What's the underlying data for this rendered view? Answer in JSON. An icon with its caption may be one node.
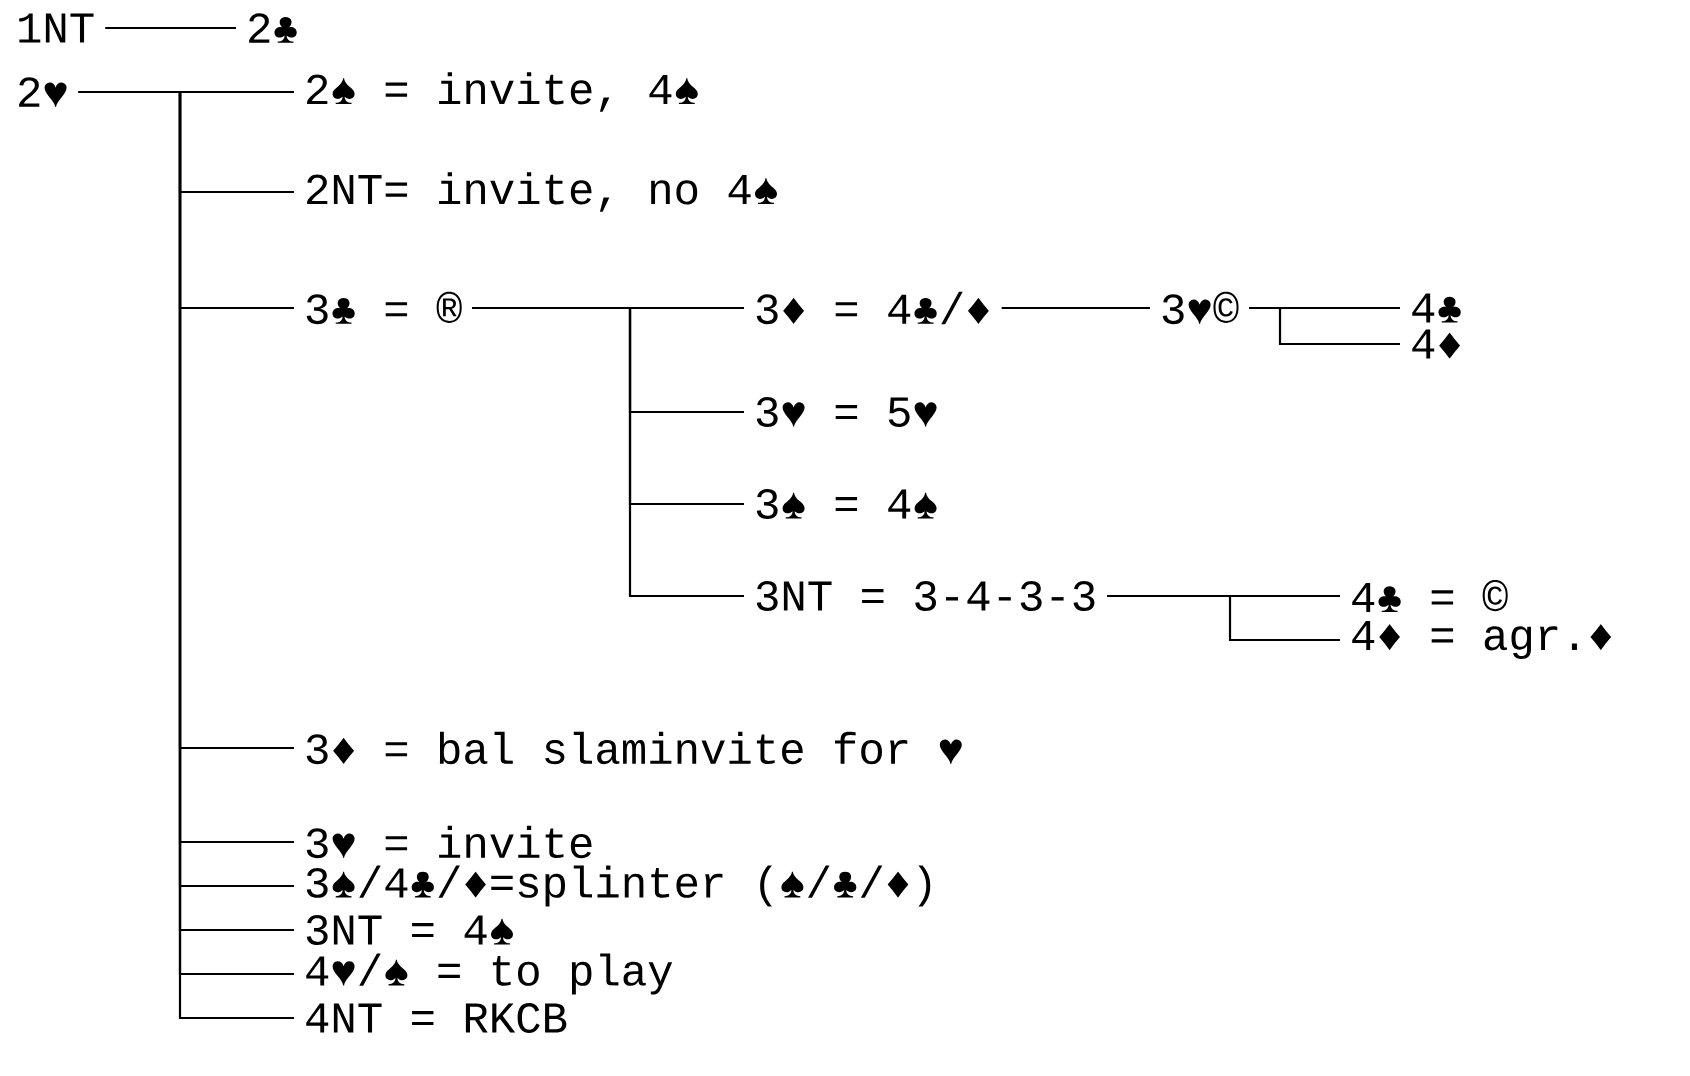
{
  "diagram": {
    "nodes": [
      {
        "text": [
          "1NT"
        ]
      },
      {
        "text": [
          "2♣"
        ]
      },
      {
        "text": [
          "2♥"
        ]
      },
      {
        "text": [
          "2♠ = invite, 4♠"
        ]
      },
      {
        "text": [
          "2NT= invite, no 4♠"
        ]
      },
      {
        "text": [
          "3♣ = ®"
        ]
      },
      {
        "text": [
          "3♦ = 4♣/♦"
        ]
      },
      {
        "text": [
          "3♥©"
        ]
      },
      {
        "text": [
          "4♣"
        ]
      },
      {
        "text": [
          "4♦"
        ]
      },
      {
        "text": [
          "3♥ = 5♥"
        ]
      },
      {
        "text": [
          "3♠ = 4♠"
        ]
      },
      {
        "text": [
          "3NT = 3-4-3-3"
        ]
      },
      {
        "text": [
          "4♣ = ©"
        ]
      },
      {
        "text": [
          "4♦ = agr.♦"
        ]
      },
      {
        "text": [
          "3♦ = bal slaminvite for ♥"
        ]
      },
      {
        "text": [
          "3♥ = invite"
        ]
      },
      {
        "text": [
          "3♠/4♣/♦=splinter (♠/♣/♦)"
        ]
      },
      {
        "text": [
          "3NT = 4♠"
        ]
      },
      {
        "text": [
          "4♥/♠ = to play"
        ]
      },
      {
        "text": [
          "4NT = RKCB"
        ]
      }
    ],
    "edges": [
      {
        "from": 0,
        "to": 1,
        "arrow": "none"
      },
      {
        "from": 2,
        "to": 3,
        "arrow": "none"
      },
      {
        "from": 2,
        "to": 4,
        "arrow": "none"
      },
      {
        "from": 2,
        "to": 5,
        "arrow": "none"
      },
      {
        "from": 5,
        "to": 6,
        "arrow": "none"
      },
      {
        "from": 6,
        "to": 7,
        "arrow": "none"
      },
      {
        "from": 7,
        "to": 8,
        "arrow": "none"
      },
      {
        "from": 7,
        "to": 9,
        "arrow": "none"
      },
      {
        "from": 5,
        "to": 10,
        "arrow": "none"
      },
      {
        "from": 5,
        "to": 11,
        "arrow": "none"
      },
      {
        "from": 5,
        "to": 12,
        "arrow": "none"
      },
      {
        "from": 12,
        "to": 13,
        "arrow": "none"
      },
      {
        "from": 12,
        "to": 14,
        "arrow": "none"
      },
      {
        "from": 2,
        "to": 15,
        "arrow": "none"
      },
      {
        "from": 2,
        "to": 16,
        "arrow": "none"
      },
      {
        "from": 2,
        "to": 17,
        "arrow": "none"
      },
      {
        "from": 2,
        "to": 18,
        "arrow": "none"
      },
      {
        "from": 2,
        "to": 19,
        "arrow": "none"
      },
      {
        "from": 2,
        "to": 20,
        "arrow": "none"
      }
    ]
  }
}
